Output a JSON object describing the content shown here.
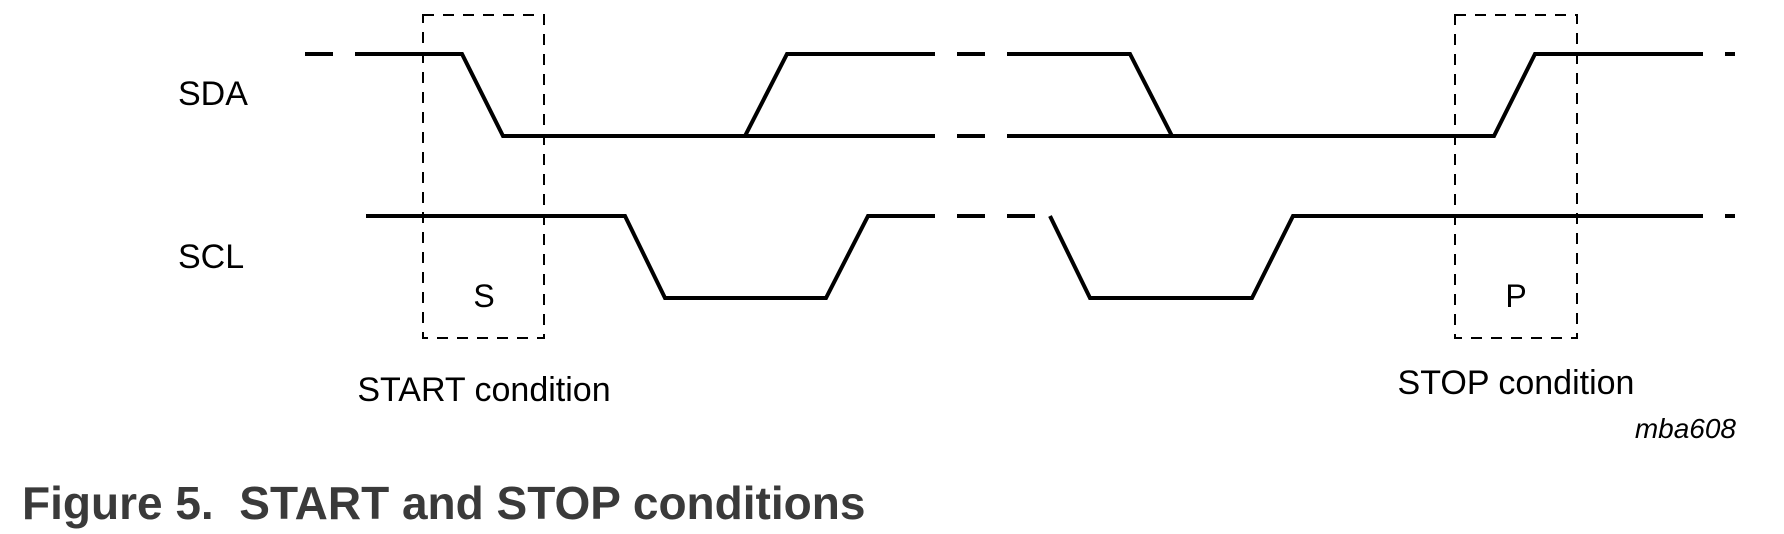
{
  "signals": {
    "sda_label": "SDA",
    "scl_label": "SCL"
  },
  "conditions": {
    "start_marker": "S",
    "start_label": "START condition",
    "stop_marker": "P",
    "stop_label": "STOP condition"
  },
  "reference_code": "mba608",
  "figure_caption": "Figure 5.  START and STOP conditions"
}
